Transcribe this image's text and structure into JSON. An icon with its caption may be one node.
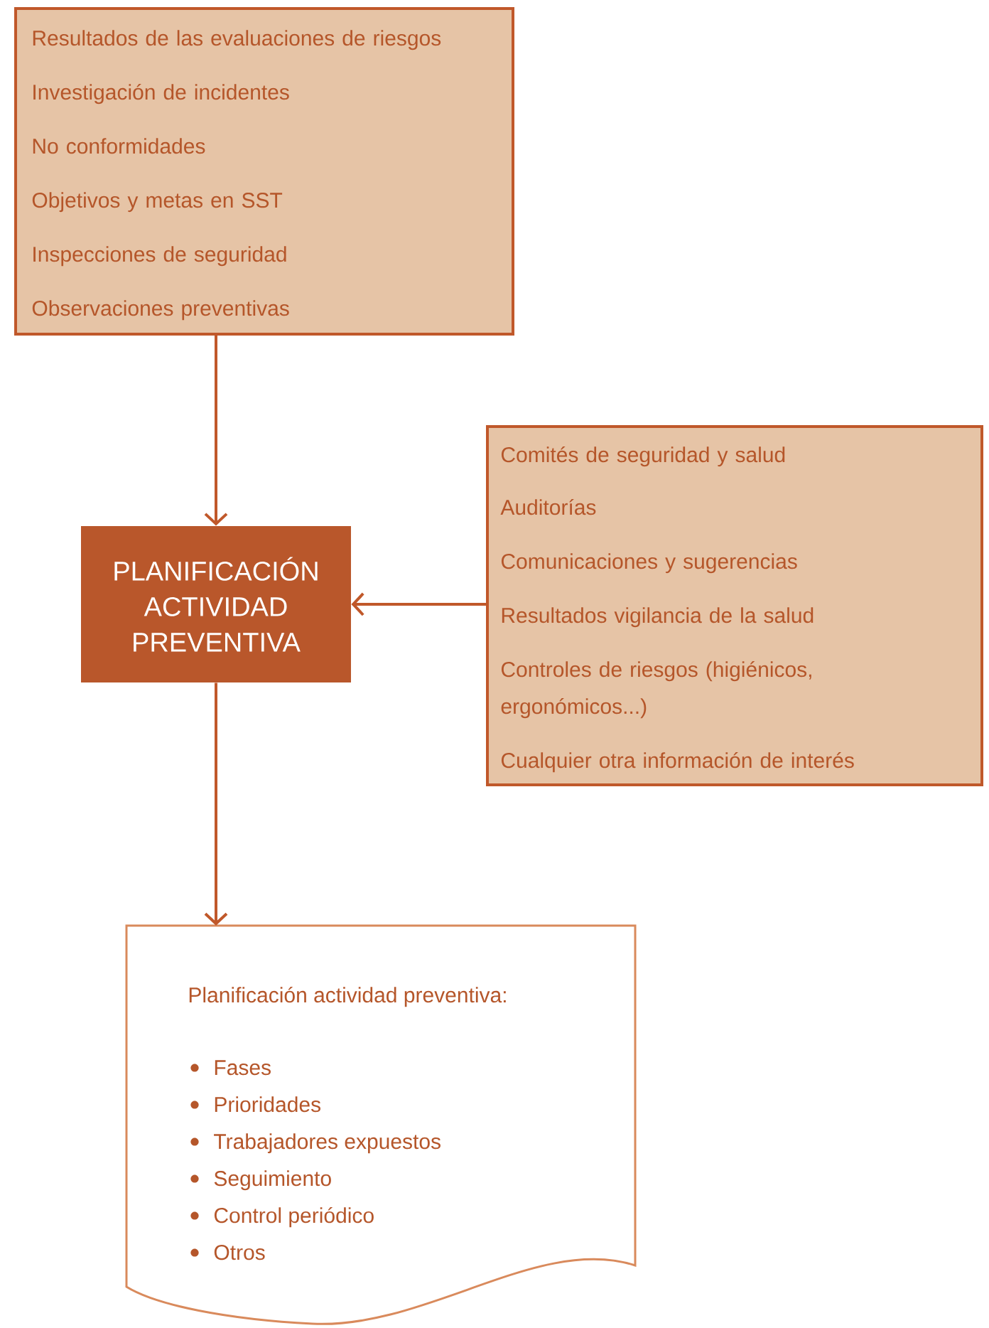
{
  "diagram": {
    "nodes": [
      {
        "text": [
          "Resultados de las evaluaciones de riesgos",
          "Investigación de incidentes",
          "No conformidades",
          "Objetivos y metas en SST",
          "Inspecciones de seguridad",
          "Observaciones preventivas"
        ]
      },
      {
        "text": [
          "PLANIFICACIÓN ACTIVIDAD PREVENTIVA"
        ]
      },
      {
        "text": [
          "Comités de seguridad y salud",
          "Auditorías",
          "Comunicaciones y sugerencias",
          "Resultados vigilancia de la salud",
          "Controles de riesgos (higiénicos, ergonómicos...)",
          "Cualquier otra información de interés"
        ]
      },
      {
        "text": [
          "Planificación actividad preventiva:",
          "Fases",
          "Prioridades",
          "Trabajadores expuestos",
          "Seguimiento",
          "Control periódico",
          "Otros"
        ]
      }
    ],
    "edges": [
      {
        "from": 0,
        "to": 1,
        "arrow": "to"
      },
      {
        "from": 2,
        "to": 1,
        "arrow": "to"
      },
      {
        "from": 1,
        "to": 3,
        "arrow": "to"
      }
    ]
  }
}
